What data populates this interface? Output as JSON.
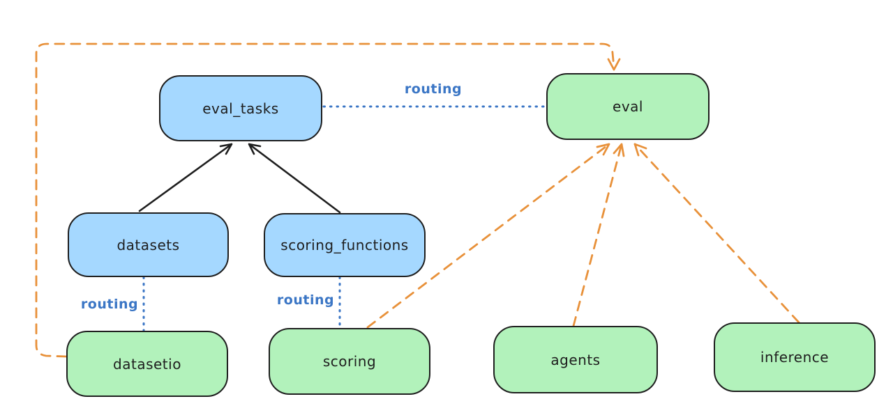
{
  "diagram": {
    "nodes": {
      "eval_tasks": {
        "label": "eval_tasks"
      },
      "eval": {
        "label": "eval"
      },
      "datasets": {
        "label": "datasets"
      },
      "scoring_functions": {
        "label": "scoring_functions"
      },
      "datasetio": {
        "label": "datasetio"
      },
      "scoring": {
        "label": "scoring"
      },
      "agents": {
        "label": "agents"
      },
      "inference": {
        "label": "inference"
      }
    },
    "edge_labels": {
      "routing": "routing"
    },
    "colors": {
      "registry_node_fill": "#a5d8ff",
      "api_node_fill": "#b2f2bb",
      "node_stroke": "#1e1e1e",
      "routing_link_blue": "#3b76c5",
      "dependency_link_orange": "#e8913a",
      "relation_link_black": "#1e1e1e",
      "background": "#ffffff"
    }
  }
}
